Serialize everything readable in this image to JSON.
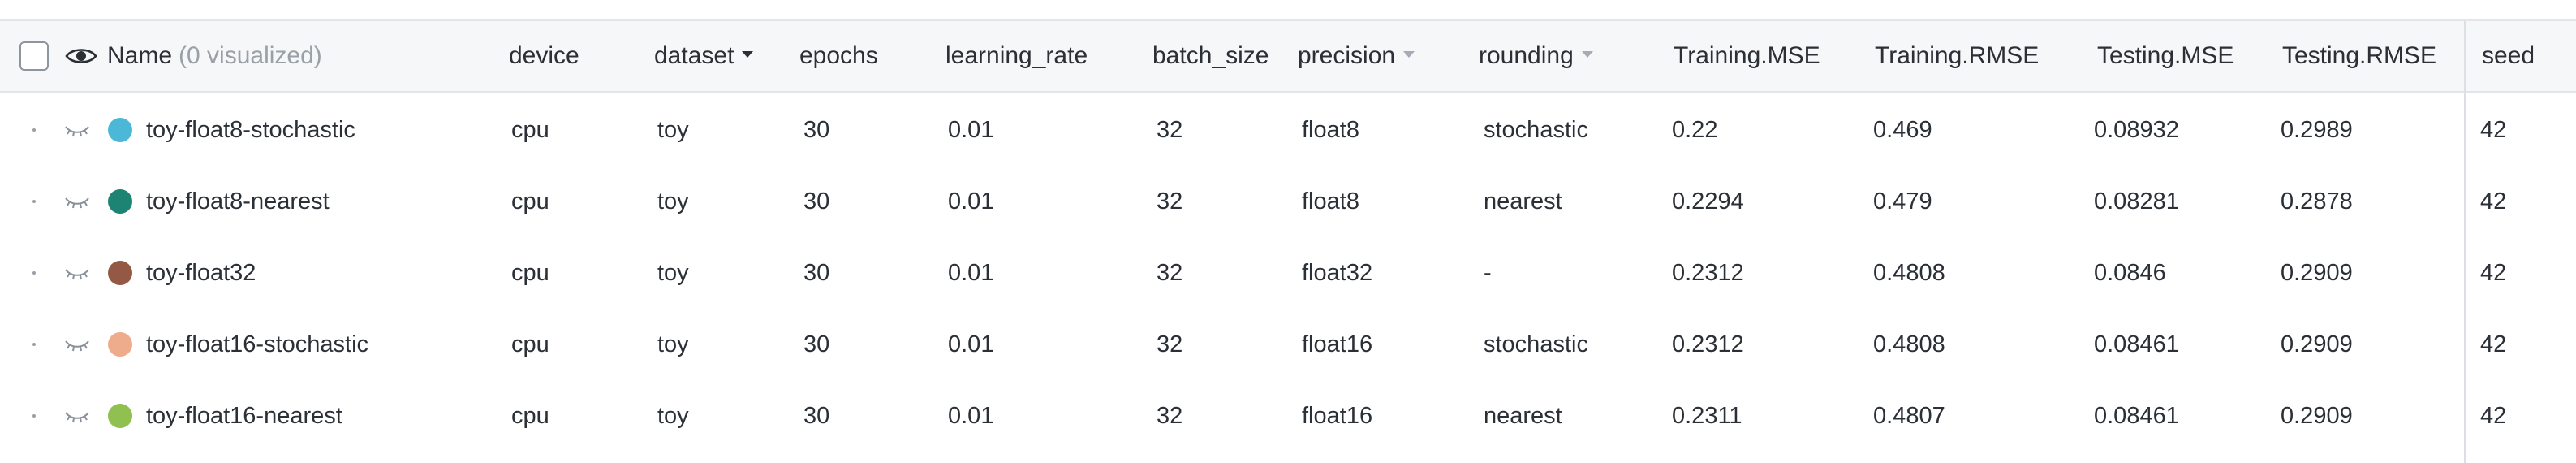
{
  "columns": {
    "name": "Name",
    "name_suffix": "(0 visualized)",
    "device": "device",
    "dataset": "dataset",
    "epochs": "epochs",
    "learning_rate": "learning_rate",
    "batch_size": "batch_size",
    "precision": "precision",
    "rounding": "rounding",
    "training_mse": "Training.MSE",
    "training_rmse": "Training.RMSE",
    "testing_mse": "Testing.MSE",
    "testing_rmse": "Testing.RMSE",
    "seed": "seed"
  },
  "icons": {
    "select_all": "checkbox-icon",
    "header_visibility": "eye-icon",
    "row_visibility": "eye-closed-icon",
    "drag": "drag-handle-icon",
    "sort": "chevron-down-icon"
  },
  "colors": {
    "header_bg": "#f6f7f8",
    "border": "#e3e5e8",
    "text": "#2b2f36",
    "muted": "#9aa0a8"
  },
  "rows": [
    {
      "name": "toy-float8-stochastic",
      "color": "#4cb8d8",
      "device": "cpu",
      "dataset": "toy",
      "epochs": "30",
      "learning_rate": "0.01",
      "batch_size": "32",
      "precision": "float8",
      "rounding": "stochastic",
      "training_mse": "0.22",
      "training_rmse": "0.469",
      "testing_mse": "0.08932",
      "testing_rmse": "0.2989",
      "seed": "42"
    },
    {
      "name": "toy-float8-nearest",
      "color": "#1d8473",
      "device": "cpu",
      "dataset": "toy",
      "epochs": "30",
      "learning_rate": "0.01",
      "batch_size": "32",
      "precision": "float8",
      "rounding": "nearest",
      "training_mse": "0.2294",
      "training_rmse": "0.479",
      "testing_mse": "0.08281",
      "testing_rmse": "0.2878",
      "seed": "42"
    },
    {
      "name": "toy-float32",
      "color": "#945945",
      "device": "cpu",
      "dataset": "toy",
      "epochs": "30",
      "learning_rate": "0.01",
      "batch_size": "32",
      "precision": "float32",
      "rounding": "-",
      "training_mse": "0.2312",
      "training_rmse": "0.4808",
      "testing_mse": "0.0846",
      "testing_rmse": "0.2909",
      "seed": "42"
    },
    {
      "name": "toy-float16-stochastic",
      "color": "#eeac8d",
      "device": "cpu",
      "dataset": "toy",
      "epochs": "30",
      "learning_rate": "0.01",
      "batch_size": "32",
      "precision": "float16",
      "rounding": "stochastic",
      "training_mse": "0.2312",
      "training_rmse": "0.4808",
      "testing_mse": "0.08461",
      "testing_rmse": "0.2909",
      "seed": "42"
    },
    {
      "name": "toy-float16-nearest",
      "color": "#90c04f",
      "device": "cpu",
      "dataset": "toy",
      "epochs": "30",
      "learning_rate": "0.01",
      "batch_size": "32",
      "precision": "float16",
      "rounding": "nearest",
      "training_mse": "0.2311",
      "training_rmse": "0.4807",
      "testing_mse": "0.08461",
      "testing_rmse": "0.2909",
      "seed": "42"
    }
  ]
}
